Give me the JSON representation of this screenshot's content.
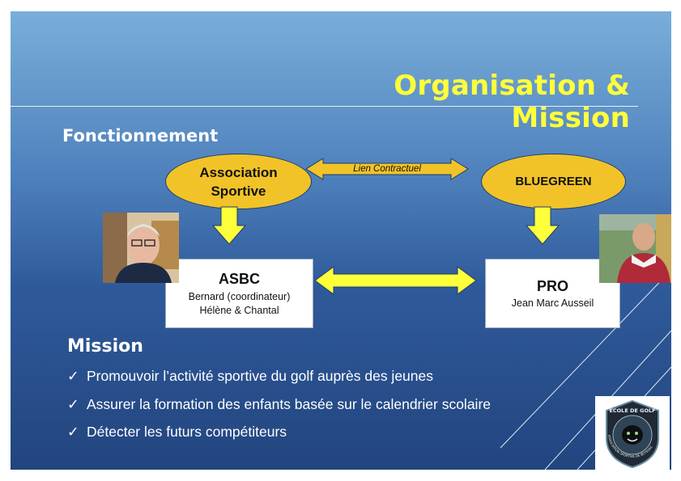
{
  "slide": {
    "title": "Organisation & Mission",
    "colors": {
      "title": "#ffff3a",
      "ellipse_fill": "#f2c328",
      "arrow_fill": "#ffff3a",
      "background_top": "#7aaed9",
      "background_bottom": "#22457f"
    }
  },
  "fonctionnement": {
    "heading": "Fonctionnement",
    "association_line1": "Association",
    "association_line2": "Sportive",
    "lien_label": "Lien Contractuel",
    "bluegreen": "BLUEGREEN",
    "asbc": {
      "title": "ASBC",
      "line1": "Bernard (coordinateur)",
      "line2": "Hélène & Chantal"
    },
    "pro": {
      "title": "PRO",
      "line1": "Jean Marc Ausseil"
    }
  },
  "mission": {
    "heading": "Mission",
    "check_glyph": "✓",
    "items": [
      "Promouvoir l’activité sportive du golf auprès des jeunes",
      "Assurer la formation des enfants basée sur le calendrier scolaire",
      "Détecter les futurs compétiteurs"
    ]
  },
  "logo": {
    "icon": "panther-golf-school-logo",
    "top_text": "ECOLE DE GOLF",
    "ring_text": "ASSOCIATION SPORTIVE DE BEYSSAC"
  },
  "photos": {
    "left_icon": "person-photo-bernard",
    "right_icon": "person-photo-jean-marc"
  }
}
